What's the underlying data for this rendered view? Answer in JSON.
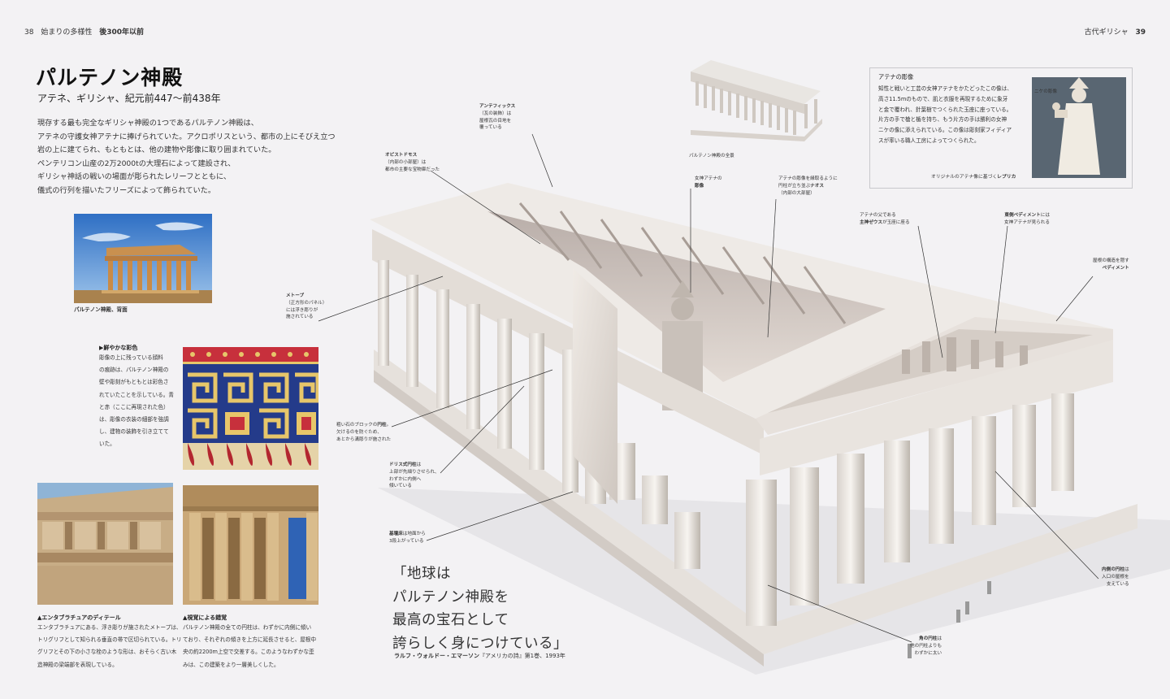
{
  "header": {
    "left_page_number": "38",
    "left_section": "始まりの多様性",
    "left_period": "後300年以前",
    "right_section": "古代ギリシャ",
    "right_page_number": "39"
  },
  "title": "パルテノン神殿",
  "subtitle": "アテネ、ギリシャ、紀元前447～前438年",
  "intro": [
    "現存する最も完全なギリシャ神殿の1つであるパルテノン神殿は、",
    "アテネの守護女神アテナに捧げられていた。アクロポリスという、都市の上にそびえ立つ",
    "岩の上に建てられ、もともとは、他の建物や彫像に取り囲まれていた。",
    "ペンテリコン山産の2万2000tの大理石によって建設され、",
    "ギリシャ神話の戦いの場面が彫られたレリーフとともに、",
    "儀式の行列を描いたフリーズによって飾られていた。"
  ],
  "photo_back_caption": "パルテノン神殿、背面",
  "colour_section": {
    "heading": "鮮やかな彩色",
    "lines": [
      "彫像の上に残っている顔料",
      "の痕跡は、パルテノン神殿の",
      "壁や彫刻がもともとは彩色さ",
      "れていたことを示している。青",
      "と赤（ここに再現された色）",
      "は、彫像の衣装の細部を強調",
      "し、建物の装飾を引き立てて",
      "いた。"
    ]
  },
  "entablature": {
    "heading": "エンタブラチュアのディテール",
    "lines": [
      "エンタブラチュアにある、浮き彫りが施されたメトープは、",
      "トリグリフとして知られる垂直の帯で区切られている。トリ",
      "グリフとその下の小さな栓のような形は、おそらく古い木",
      "造神殿の梁端部を表現している。"
    ]
  },
  "illusion": {
    "heading": "視覚による錯覚",
    "lines": [
      "パルテノン神殿の全ての円柱は、わずかに内側に傾い",
      "ており、それぞれの傾きを上方に延長させると、屋根中",
      "央の約2200m上空で交差する。このようなわずかな歪",
      "みは、この建築をより一層美しくした。"
    ]
  },
  "quote": {
    "lines": [
      "「地球は",
      "パルテノン神殿を",
      "最高の宝石として",
      "誇らしく身につけている」"
    ],
    "attribution_name": "ラルフ・ウォルドー・エマーソン",
    "attribution_rest": "『アメリカの詩』第1巻、1993年"
  },
  "full_view_caption": "パルテノン神殿の全景",
  "athena_box": {
    "heading": "アテナの彫像",
    "lines": [
      "知性と戦いと工芸の女神アテナをかたどったこの像は、",
      "高さ11.5mのもので、肌と衣服を再現するために象牙",
      "と金で覆われ、針葉樹でつくられた玉座に座っている。",
      "片方の手で槍と楯を持ち、もう片方の手は勝利の女神",
      "ニケの像に添えられている。この像は彫刻家フィディア",
      "スが率いる職人工房によってつくられた。"
    ],
    "nike_label": "ニケの彫像",
    "caption_plain": "オリジナルのアテナ像に基づく",
    "caption_bold": "レプリカ"
  },
  "labels": {
    "antefix": {
      "bold": "アンテフィックス",
      "lines": [
        "（瓦の装飾）は",
        "屋根瓦の目地を",
        "覆っている"
      ]
    },
    "opisthodomos": {
      "bold": "オピストドモス",
      "lines": [
        "（内部の小部屋）は",
        "都市の主要な宝物庫だった"
      ]
    },
    "athena_statue": {
      "lines": [
        "女神アテナの"
      ],
      "bold": "彫像"
    },
    "naos": {
      "lines": [
        "アテナの彫像を縁取るように",
        "円柱が立ち並ぶ"
      ],
      "bold": "ナオス",
      "tail": "（内部の大部屋）"
    },
    "zeus": {
      "lines": [
        "アテナの父である"
      ],
      "bold": "主神ゼウス",
      "tail": "が玉座に座る"
    },
    "east_pediment": {
      "bold": "東側ペディメント",
      "tail": "には",
      "lines": [
        "女神アテナが見られる"
      ]
    },
    "pediment": {
      "lines": [
        "屋根の構造を隠す"
      ],
      "bold": "ペディメント"
    },
    "metope": {
      "bold": "メトープ",
      "lines": [
        "（正方形のパネル）",
        "には浮き彫りが",
        "施されている"
      ]
    },
    "drum": {
      "lines": [
        "粗い石のブロックの"
      ],
      "bold": "円柱",
      "tail": "。",
      "extra": [
        "欠けるのを防ぐため、",
        "あとから溝彫りが施された"
      ]
    },
    "doric": {
      "bold": "ドリス式円柱",
      "tail": "は",
      "lines": [
        "上部が先細りさせられ、",
        "わずかに内側へ",
        "傾いている"
      ]
    },
    "stylobate": {
      "bold": "基壇床",
      "tail": "は地面から",
      "lines": [
        "3段上がっている"
      ]
    },
    "inner_columns": {
      "bold": "内側の円柱",
      "tail": "は",
      "lines": [
        "入口の屋根を",
        "支えている"
      ]
    },
    "corner_columns": {
      "bold": "角の円柱",
      "tail": "は",
      "lines": [
        "他の円柱よりも",
        "わずかに太い"
      ]
    }
  }
}
